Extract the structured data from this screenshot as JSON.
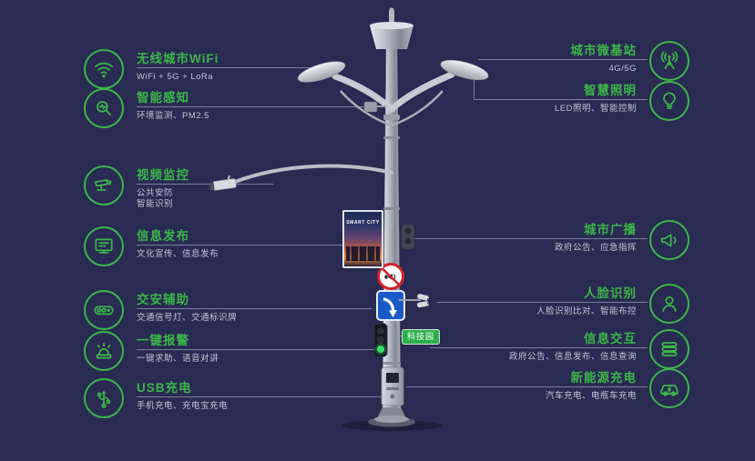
{
  "colors": {
    "background": "#292b52",
    "accent": "#3cb54a",
    "connector": "#bec4de",
    "subtitle_text": "#c2c5d8"
  },
  "left_features": [
    {
      "title": "无线城市WiFi",
      "subtitle": "WiFi + 5G + LoRa",
      "icon": "wifi-icon"
    },
    {
      "title": "智能感知",
      "subtitle": "环境监测、PM2.5",
      "icon": "sensor-icon"
    },
    {
      "title": "视频监控",
      "subtitle": "公共安防\n智能识别",
      "icon": "cctv-icon"
    },
    {
      "title": "信息发布",
      "subtitle": "文化宣传、信息发布",
      "icon": "display-icon"
    },
    {
      "title": "交安辅助",
      "subtitle": "交通信号灯、交通标识牌",
      "icon": "traffic-light-icon"
    },
    {
      "title": "一键报警",
      "subtitle": "一键求助、语音对讲",
      "icon": "alarm-icon"
    },
    {
      "title": "USB充电",
      "subtitle": "手机充电、充电宝充电",
      "icon": "usb-icon"
    }
  ],
  "right_features": [
    {
      "title": "城市微基站",
      "subtitle": "4G/5G",
      "icon": "antenna-icon"
    },
    {
      "title": "智慧照明",
      "subtitle": "LED照明、智能控制",
      "icon": "bulb-icon"
    },
    {
      "title": "城市广播",
      "subtitle": "政府公告、应急指挥",
      "icon": "megaphone-icon"
    },
    {
      "title": "人脸识别",
      "subtitle": "人脸识别比对、智能布控",
      "icon": "person-icon"
    },
    {
      "title": "信息交互",
      "subtitle": "政府公告、信息发布、信息查询",
      "icon": "list-icon"
    },
    {
      "title": "新能源充电",
      "subtitle": "汽车充电、电瓶车充电",
      "icon": "ev-car-icon"
    }
  ],
  "pole": {
    "screen_title": "SMART CITY",
    "tag_label": "科技园"
  }
}
